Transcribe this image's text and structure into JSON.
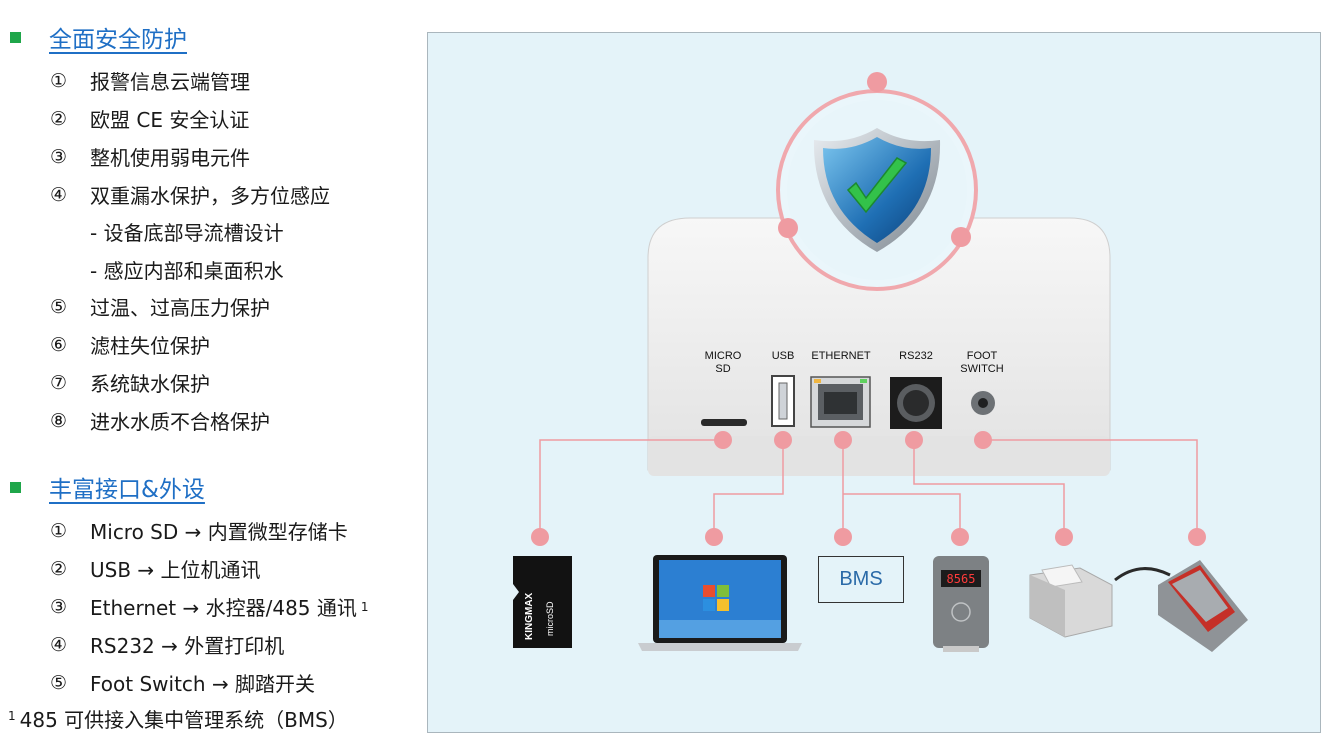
{
  "security": {
    "title": "全面安全防护",
    "items": [
      {
        "num": "①",
        "text": "报警信息云端管理"
      },
      {
        "num": "②",
        "text": "欧盟 CE 安全认证"
      },
      {
        "num": "③",
        "text": "整机使用弱电元件"
      },
      {
        "num": "④",
        "text": "双重漏水保护，多方位感应"
      },
      {
        "num": "⑤",
        "text": "过温、过高压力保护"
      },
      {
        "num": "⑥",
        "text": "滤柱失位保护"
      },
      {
        "num": "⑦",
        "text": "系统缺水保护"
      },
      {
        "num": "⑧",
        "text": "进水水质不合格保护"
      }
    ],
    "subitems": [
      "- 设备底部导流槽设计",
      "- 感应内部和桌面积水"
    ]
  },
  "interfaces": {
    "title": "丰富接口&外设",
    "items": [
      {
        "num": "①",
        "text": "Micro SD → 内置微型存储卡"
      },
      {
        "num": "②",
        "text": "USB → 上位机通讯"
      },
      {
        "num": "③",
        "text": "Ethernet → 水控器/485 通讯",
        "sup": "1"
      },
      {
        "num": "④",
        "text": "RS232 → 外置打印机"
      },
      {
        "num": "⑤",
        "text": "Foot Switch → 脚踏开关"
      }
    ],
    "footnote_mark": "1",
    "footnote": "485 可供接入集中管理系统（BMS）"
  },
  "device": {
    "port_labels": {
      "microsd_l1": "MICRO",
      "microsd_l2": "SD",
      "usb": "USB",
      "ethernet": "ETHERNET",
      "rs232": "RS232",
      "foot_l1": "FOOT",
      "foot_l2": "SWITCH"
    },
    "bms": "BMS",
    "sd_card_text": "KINGMAX",
    "display_reading": "8565"
  },
  "colors": {
    "accent": "#1f6fc5",
    "bullet": "#1fa64a",
    "connector": "#ef9ba1",
    "panel_bg": "#e4f3f9"
  }
}
